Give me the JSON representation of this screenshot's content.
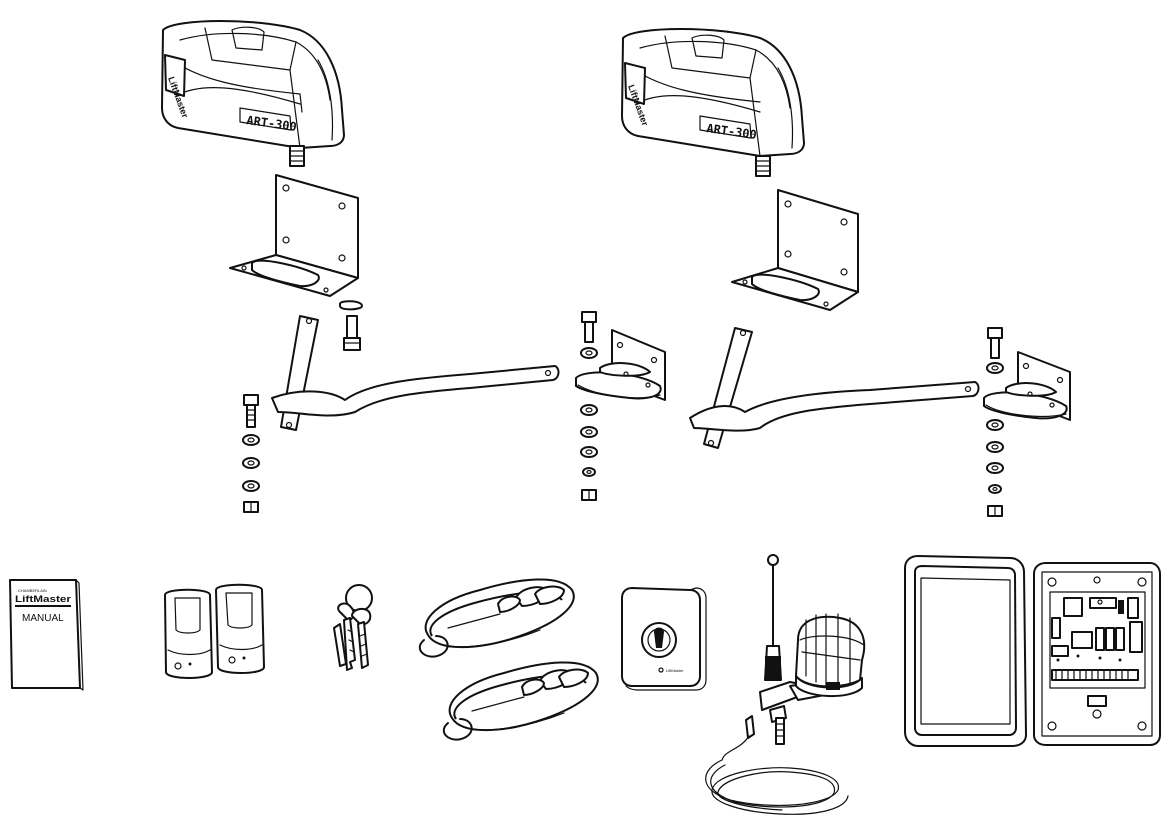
{
  "operators": [
    {
      "model_label": "ART-300",
      "brand_label": "LiftMaster"
    },
    {
      "model_label": "ART-300",
      "brand_label": "LiftMaster"
    }
  ],
  "manual": {
    "brand_tag": "CHAMBERLAIN",
    "brand": "LiftMaster",
    "title": "MANUAL"
  },
  "key_switch": {
    "brand": "LiftMaster"
  },
  "colors": {
    "line": "#111111",
    "background": "#ffffff"
  }
}
